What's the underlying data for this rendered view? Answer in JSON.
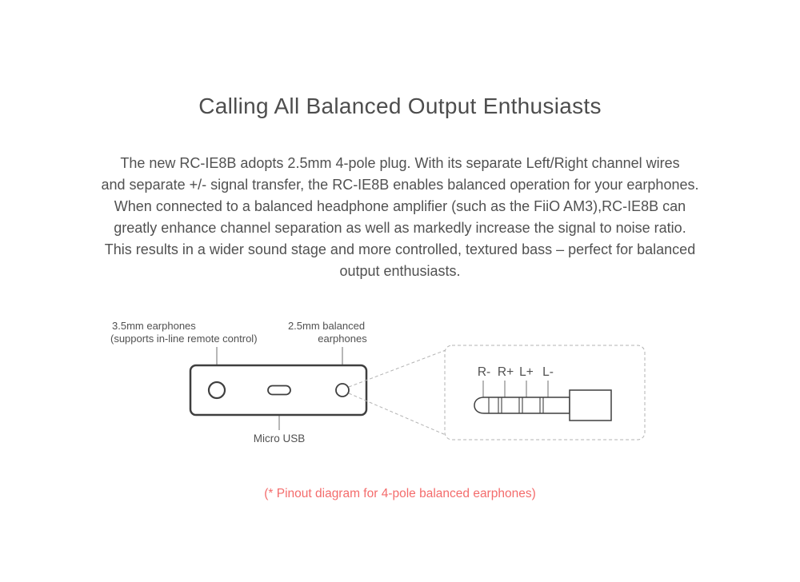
{
  "colors": {
    "outline": "#3f3f3f",
    "body_text": "#515151",
    "caption": "#f46c6c"
  },
  "page": {
    "title": "Calling All Balanced Output Enthusiasts",
    "paragraph_lines": [
      "The new RC-IE8B adopts 2.5mm 4-pole plug. With its separate Left/Right channel wires",
      "and separate +/- signal transfer, the RC-IE8B enables balanced operation for your earphones.",
      "When connected to a balanced headphone amplifier (such as the FiiO AM3),RC-IE8B can",
      "greatly enhance channel separation as well as markedly increase the signal to noise ratio.",
      "This results in a wider sound stage and more controlled, textured bass – perfect for balanced",
      "output enthusiasts."
    ],
    "caption": "(* Pinout diagram for 4-pole balanced earphones)"
  },
  "diagram": {
    "jack_35mm_label_line1": "3.5mm earphones",
    "jack_35mm_label_line2": "(supports in-line remote control)",
    "jack_25mm_label_line1": "2.5mm balanced",
    "jack_25mm_label_line2": "earphones",
    "micro_usb_label": "Micro USB",
    "pinout_labels": [
      "R-",
      "R+",
      "L+",
      "L-"
    ]
  }
}
